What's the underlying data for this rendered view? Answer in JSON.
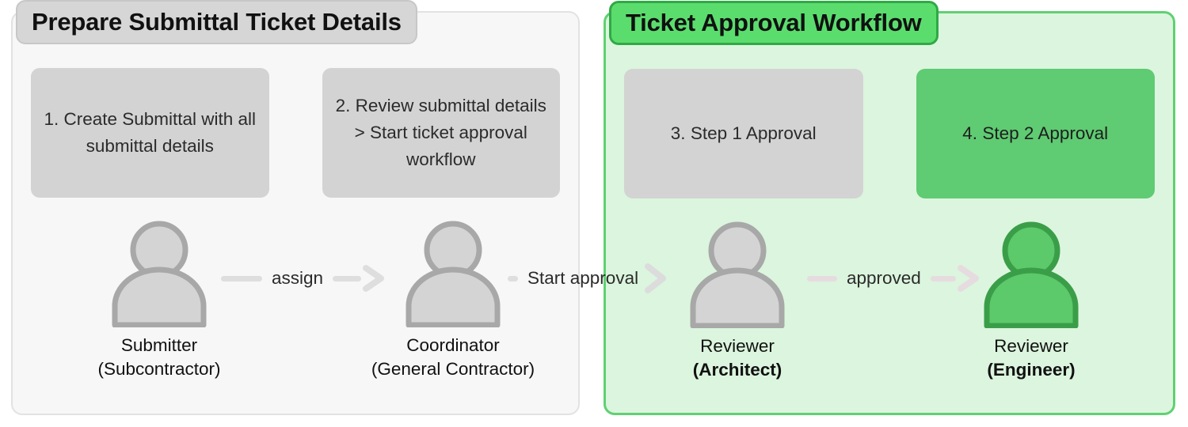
{
  "panels": [
    {
      "id": "prepare",
      "title": "Prepare Submittal Ticket Details",
      "steps": [
        {
          "label": "1. Create Submittal with all submittal details",
          "style": "gray"
        },
        {
          "label": "2. Review submittal details > Start ticket approval workflow",
          "style": "gray"
        }
      ],
      "actors": [
        {
          "role": "Submitter",
          "org": "(Subcontractor)",
          "org_bold": false,
          "style": "gray"
        },
        {
          "role": "Coordinator",
          "org": "(General Contractor)",
          "org_bold": false,
          "style": "gray"
        }
      ]
    },
    {
      "id": "approval",
      "title": "Ticket Approval Workflow",
      "steps": [
        {
          "label": "3. Step 1 Approval",
          "style": "gray"
        },
        {
          "label": "4. Step 2 Approval",
          "style": "green"
        }
      ],
      "actors": [
        {
          "role": "Reviewer",
          "org": "(Architect)",
          "org_bold": true,
          "style": "gray"
        },
        {
          "role": "Reviewer",
          "org": "(Engineer)",
          "org_bold": true,
          "style": "green"
        }
      ]
    }
  ],
  "connectors": [
    {
      "id": "assign",
      "label": "assign",
      "tone": "gray"
    },
    {
      "id": "start-approval",
      "label": "Start approval",
      "tone": "gray"
    },
    {
      "id": "approved",
      "label": "approved",
      "tone": "pink"
    }
  ],
  "colors": {
    "panel_left_bg": "#F7F7F7",
    "panel_left_border": "#E2E2E2",
    "panel_right_bg": "#DCF5DE",
    "panel_right_border": "#5FD172",
    "title_gray_bg": "#D6D6D6",
    "title_green_bg": "#5BDD6E",
    "title_green_border": "#2FA945",
    "step_gray": "#D3D3D3",
    "step_green": "#5FCB72",
    "person_gray_fill": "#D4D4D4",
    "person_gray_stroke": "#A8A8A8",
    "person_green_fill": "#5CC96A",
    "person_green_stroke": "#3A9E49",
    "connector_gray": "#DEDEDE",
    "connector_pink": "#E6DCE0",
    "text": "#111111"
  },
  "icons": {
    "person": "person-icon",
    "arrow": "arrow-right-icon"
  }
}
